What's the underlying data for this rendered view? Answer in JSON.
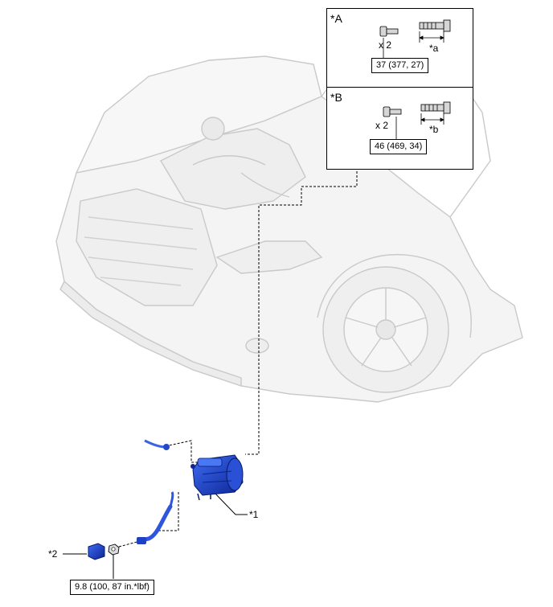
{
  "callouts": {
    "starter": "*1",
    "nut_part": "*2"
  },
  "torque": {
    "main": "9.8 (100, 87 in.*lbf)"
  },
  "inset_a": {
    "label": "*A",
    "qty": "x 2",
    "torque": "37 (377, 27)",
    "dim_label": "*a"
  },
  "inset_b": {
    "label": "*B",
    "qty": "x 2",
    "torque": "46 (469, 34)",
    "dim_label": "*b"
  },
  "colors": {
    "part_blue": "#1a3fd0",
    "car_outline": "#c8c8c8",
    "car_fill": "#f4f4f4"
  }
}
